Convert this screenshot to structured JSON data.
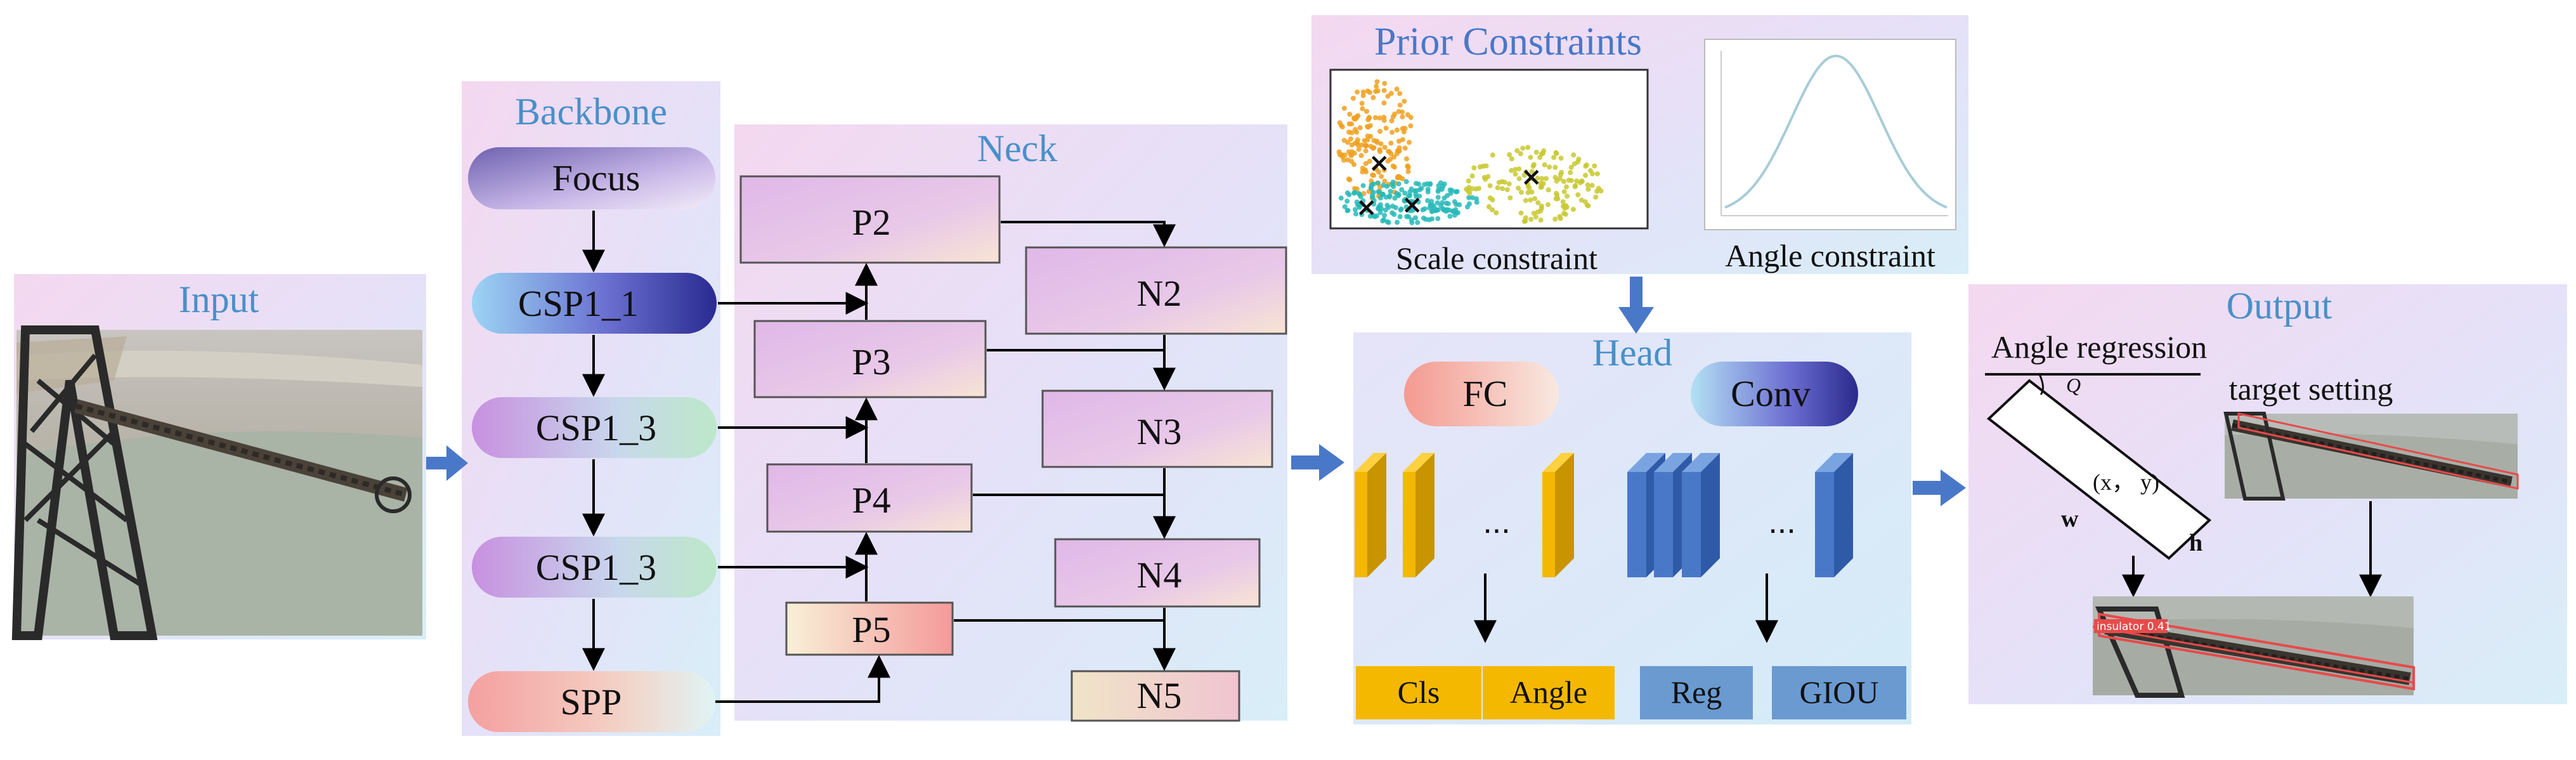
{
  "sections": {
    "input": "Input",
    "backbone": "Backbone",
    "neck": "Neck",
    "prior": "Prior Constraints",
    "head": "Head",
    "output": "Output"
  },
  "backbone": {
    "focus": "Focus",
    "csp1_1": "CSP1_1",
    "csp1_3a": "CSP1_3",
    "csp1_3b": "CSP1_3",
    "spp": "SPP"
  },
  "neck": {
    "p2": "P2",
    "p3": "P3",
    "p4": "P4",
    "p5": "P5",
    "n2": "N2",
    "n3": "N3",
    "n4": "N4",
    "n5": "N5"
  },
  "prior": {
    "scale_caption": "Scale constraint",
    "angle_caption": "Angle constraint"
  },
  "head": {
    "fc": "FC",
    "conv": "Conv",
    "dots_left": "...",
    "dots_right": "...",
    "cls": "Cls",
    "angle": "Angle",
    "reg": "Reg",
    "giou": "GIOU"
  },
  "output": {
    "angle_regression": "Angle regression",
    "target_setting": "target setting",
    "theta_symbol": "Q",
    "center_label": "(x， y)",
    "w_label": "w",
    "h_label": "h",
    "detection_tag": "insulator 0.41"
  },
  "colors": {
    "title_blue": "#4a90c8",
    "arrow_blue": "#4a78c8",
    "yellow_block": "#f5b800",
    "blue_block": "#4a78c8",
    "cls_fill": "#f5b800",
    "reg_fill": "#6a9ad0"
  }
}
